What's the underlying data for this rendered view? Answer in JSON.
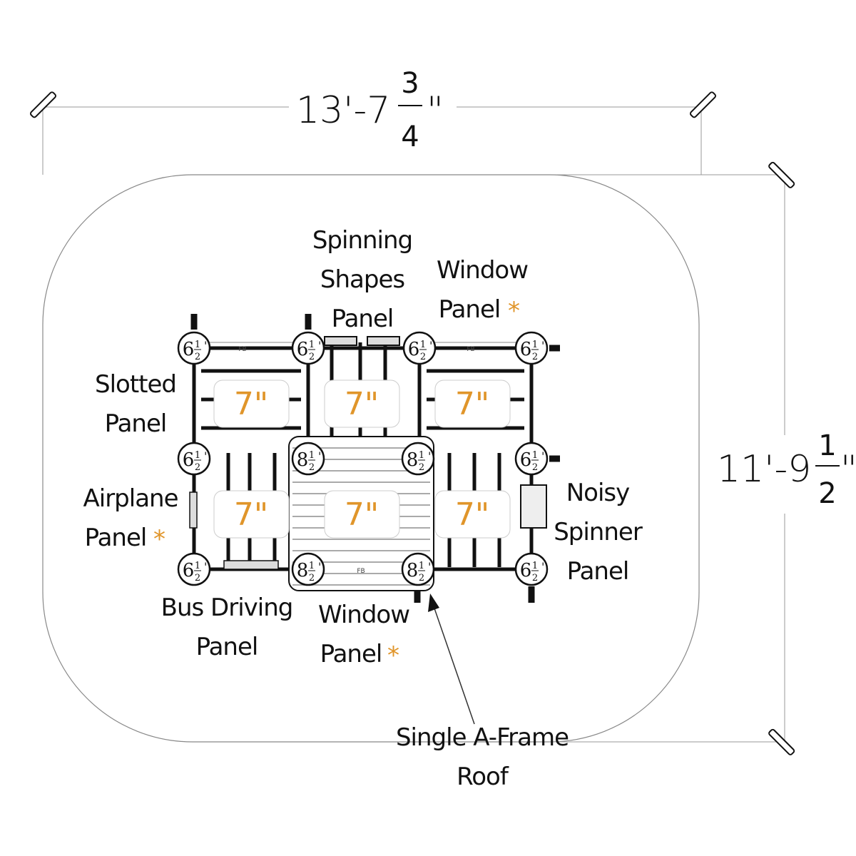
{
  "dimensions": {
    "width": {
      "whole": "13'-7",
      "num": "3",
      "den": "4",
      "unit": "\""
    },
    "depth": {
      "whole": "11'-9",
      "num": "1",
      "den": "2",
      "unit": "\""
    }
  },
  "posts": {
    "corner": {
      "whole": "6",
      "num": "1",
      "den": "2",
      "unit": "'"
    },
    "center": {
      "whole": "8",
      "num": "1",
      "den": "2",
      "unit": "'"
    }
  },
  "deck_height": "7\"",
  "board_mark": "FB",
  "labels": {
    "spinning_shapes": [
      "Spinning",
      "Shapes",
      "Panel"
    ],
    "window_top": [
      "Window",
      "Panel"
    ],
    "slotted": [
      "Slotted",
      "Panel"
    ],
    "airplane": [
      "Airplane",
      "Panel"
    ],
    "bus_driving": [
      "Bus Driving",
      "Panel"
    ],
    "window_bottom": [
      "Window",
      "Panel"
    ],
    "noisy_spinner": [
      "Noisy",
      "Spinner",
      "Panel"
    ],
    "roof": [
      "Single A-Frame",
      "Roof"
    ]
  },
  "star": "*",
  "colors": {
    "accent": "#e0952a",
    "line": "#111111"
  }
}
